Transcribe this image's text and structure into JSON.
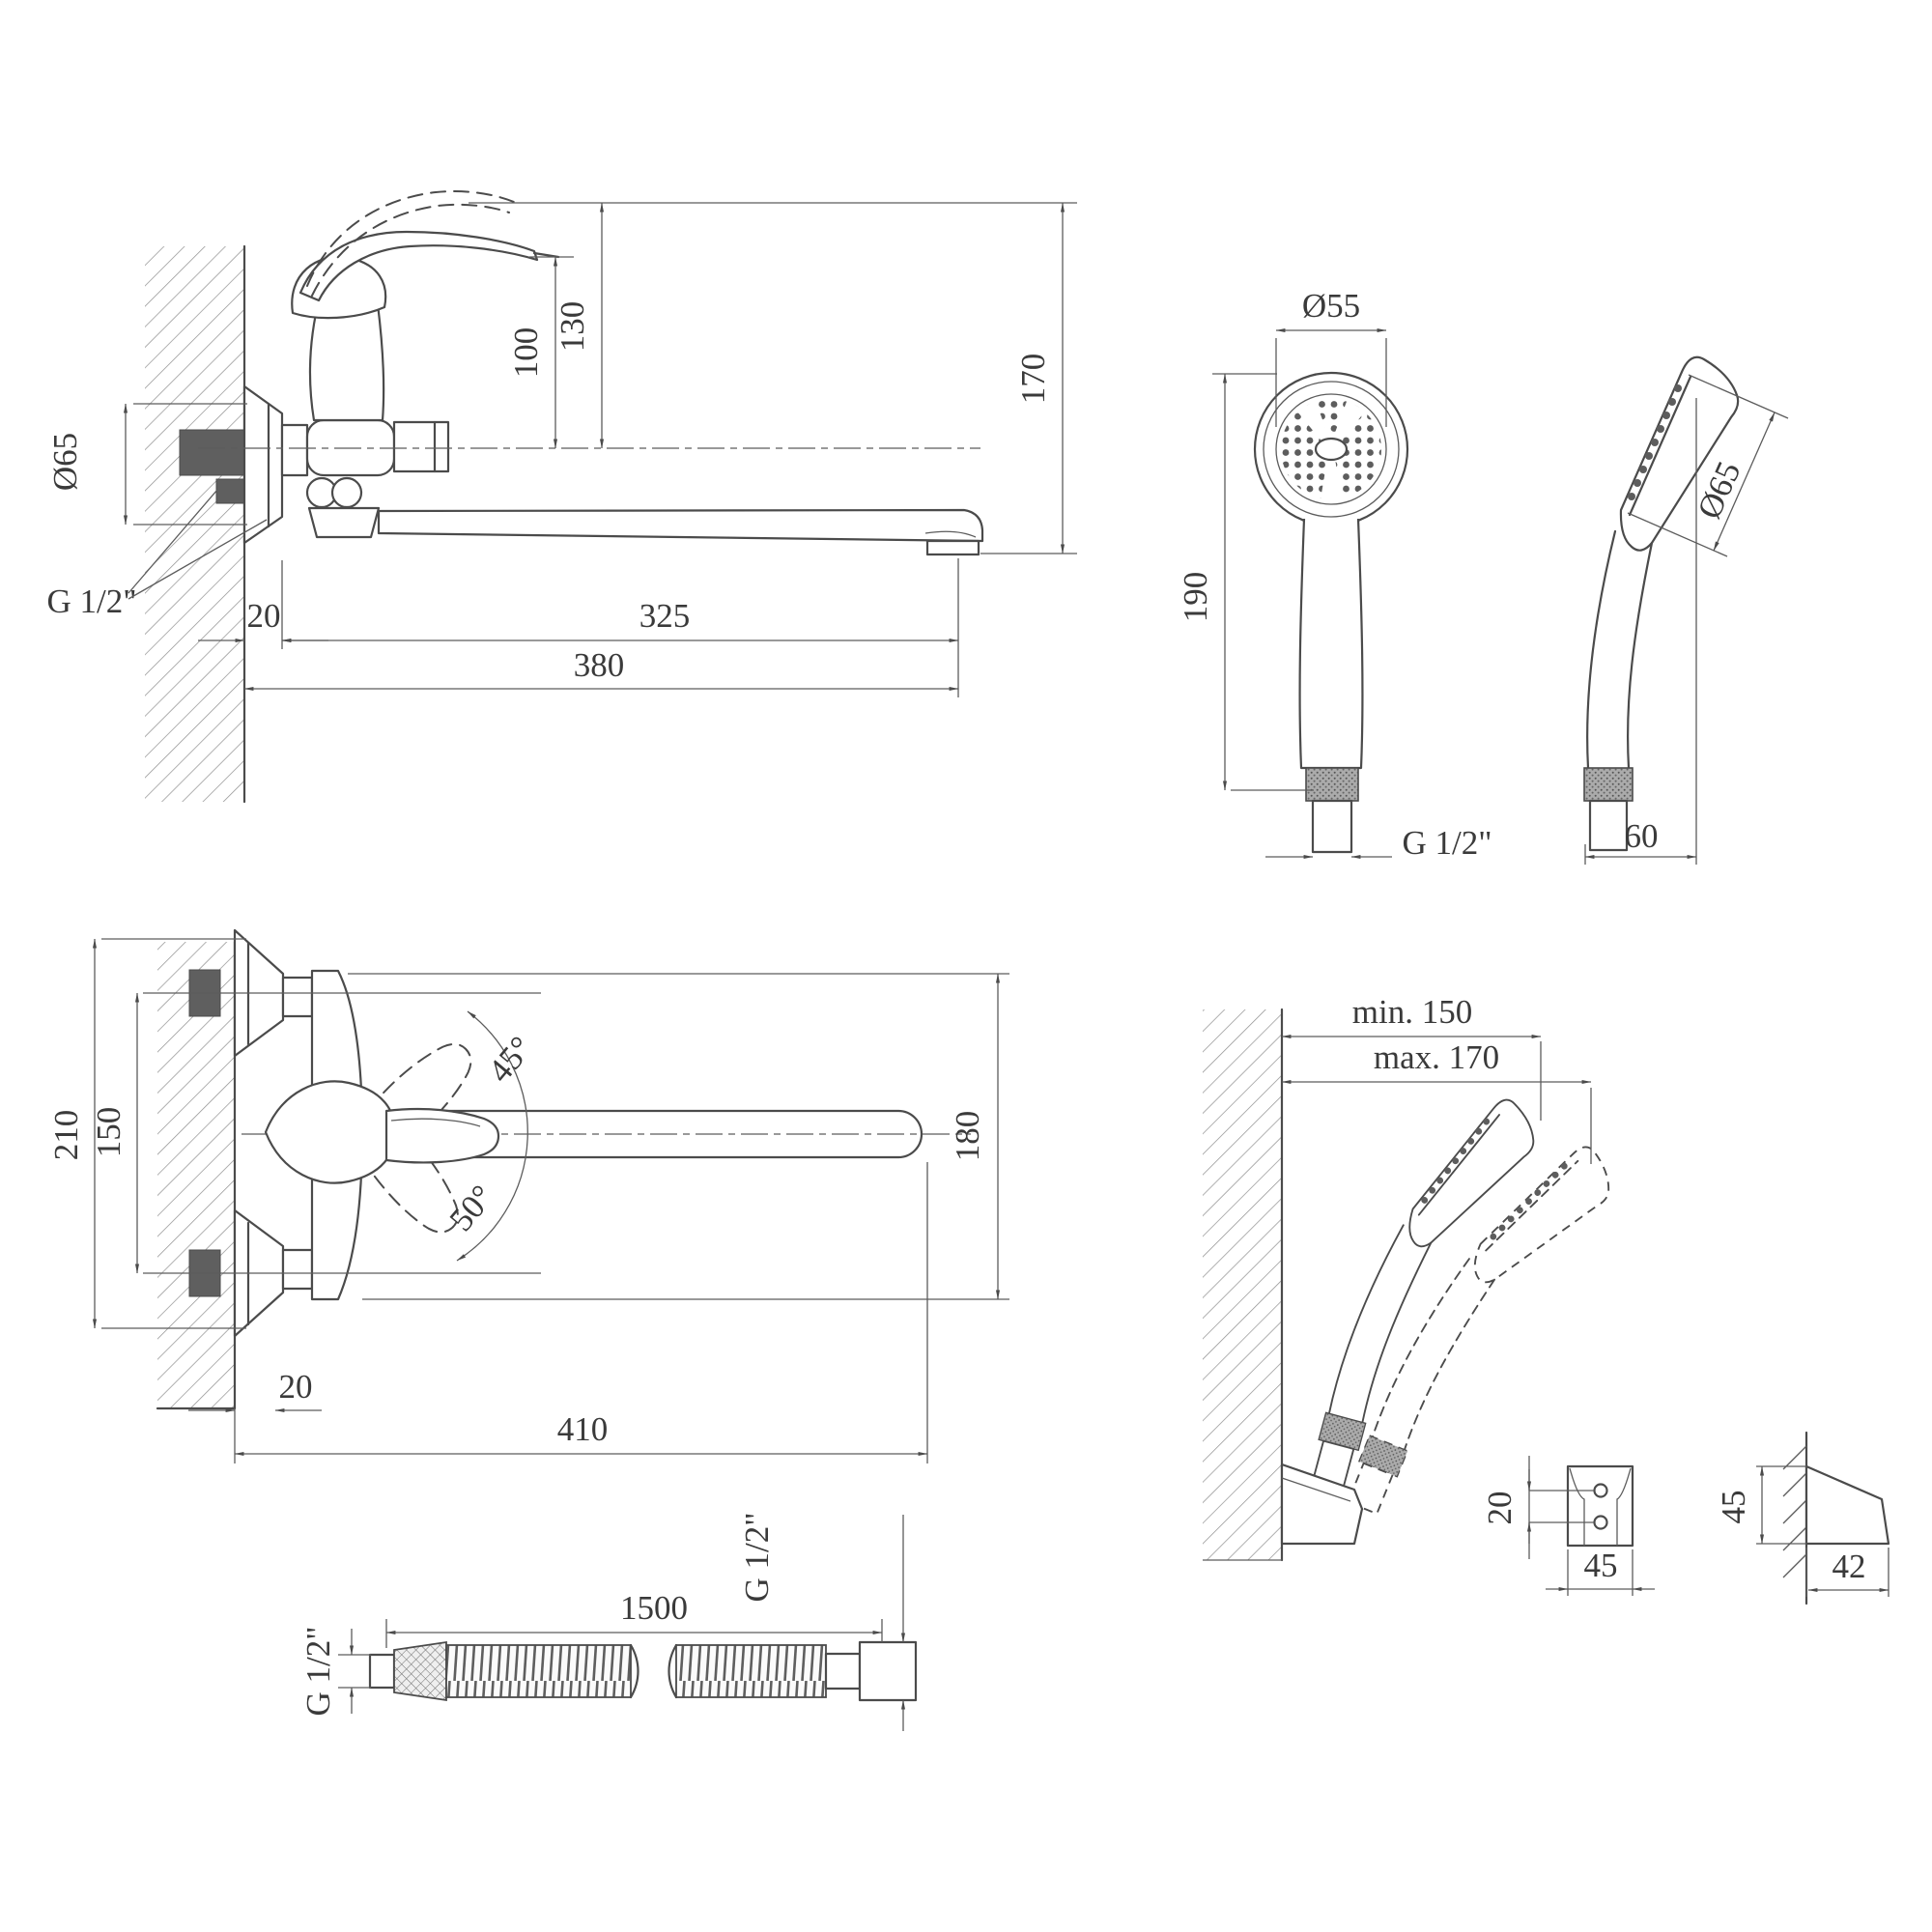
{
  "drawing": {
    "kind": "technical dimension drawing",
    "subject": "wall-mounted bath mixer with long swivel spout, hand shower, wall bracket and shower hose",
    "background": "#ffffff",
    "line_color": "#4b4b4b",
    "dim_color": "#5c5c5c",
    "text_color": "#3a3a3a"
  },
  "views": {
    "mixer_side": {
      "title": "mixer side view",
      "dims": {
        "dia65": "Ø65",
        "thread": "G 1/2\"",
        "h100": "100",
        "h130": "130",
        "h170": "170",
        "w20": "20",
        "w325": "325",
        "w380": "380"
      }
    },
    "mixer_front": {
      "title": "mixer front view",
      "dims": {
        "h210": "210",
        "h150": "150",
        "angle_up": "45°",
        "angle_down": "50°",
        "h180": "180",
        "w20": "20",
        "w410": "410"
      }
    },
    "shower_front": {
      "title": "hand shower front view",
      "dims": {
        "dia55": "Ø55",
        "h190": "190",
        "thread": "G 1/2\""
      }
    },
    "shower_side": {
      "title": "hand shower side view",
      "dims": {
        "dia65": "Ø65",
        "depth60": "60"
      }
    },
    "holder": {
      "title": "shower holder on wall",
      "dims": {
        "min_reach": "min. 150",
        "max_reach": "max. 170",
        "hole_spacing": "20",
        "front_width": "45",
        "side_height": "45",
        "side_depth": "42"
      }
    },
    "hose": {
      "title": "shower hose",
      "dims": {
        "length": "1500",
        "thread_left": "G 1/2\"",
        "thread_right": "G 1/2\""
      }
    }
  }
}
